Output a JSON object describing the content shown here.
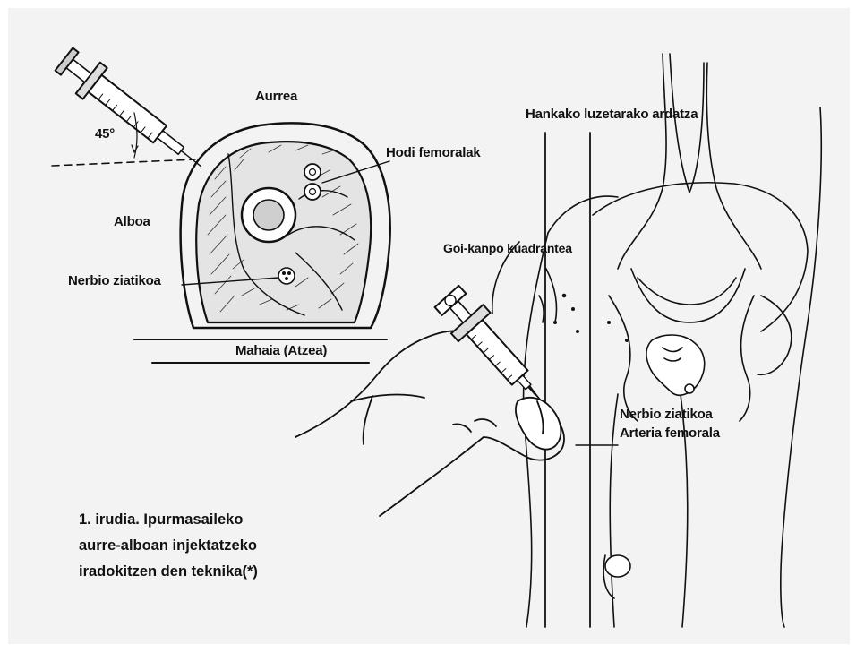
{
  "labels": {
    "front": "Aurrea",
    "side": "Alboa",
    "angle": "45°",
    "femoral_vessels": "Hodi femoralak",
    "sciatic_nerve_section": "Nerbio ziatikoa",
    "table_back": "Mahaia (Atzea)",
    "leg_axis": "Hankako luzetarako ardatza",
    "upper_outer_quadrant": "Goi-kanpo kuadrantea",
    "sciatic_nerve_leg": "Nerbio ziatikoa",
    "femoral_artery": "Arteria femorala"
  },
  "caption": {
    "line1": "1. irudia. Ipurmasaileko",
    "line2": "aurre-alboan injektatzeko",
    "line3": "iradokitzen den teknika(*)"
  },
  "colors": {
    "background": "#f3f3f3",
    "ink": "#111111",
    "frame": "#ffffff"
  }
}
